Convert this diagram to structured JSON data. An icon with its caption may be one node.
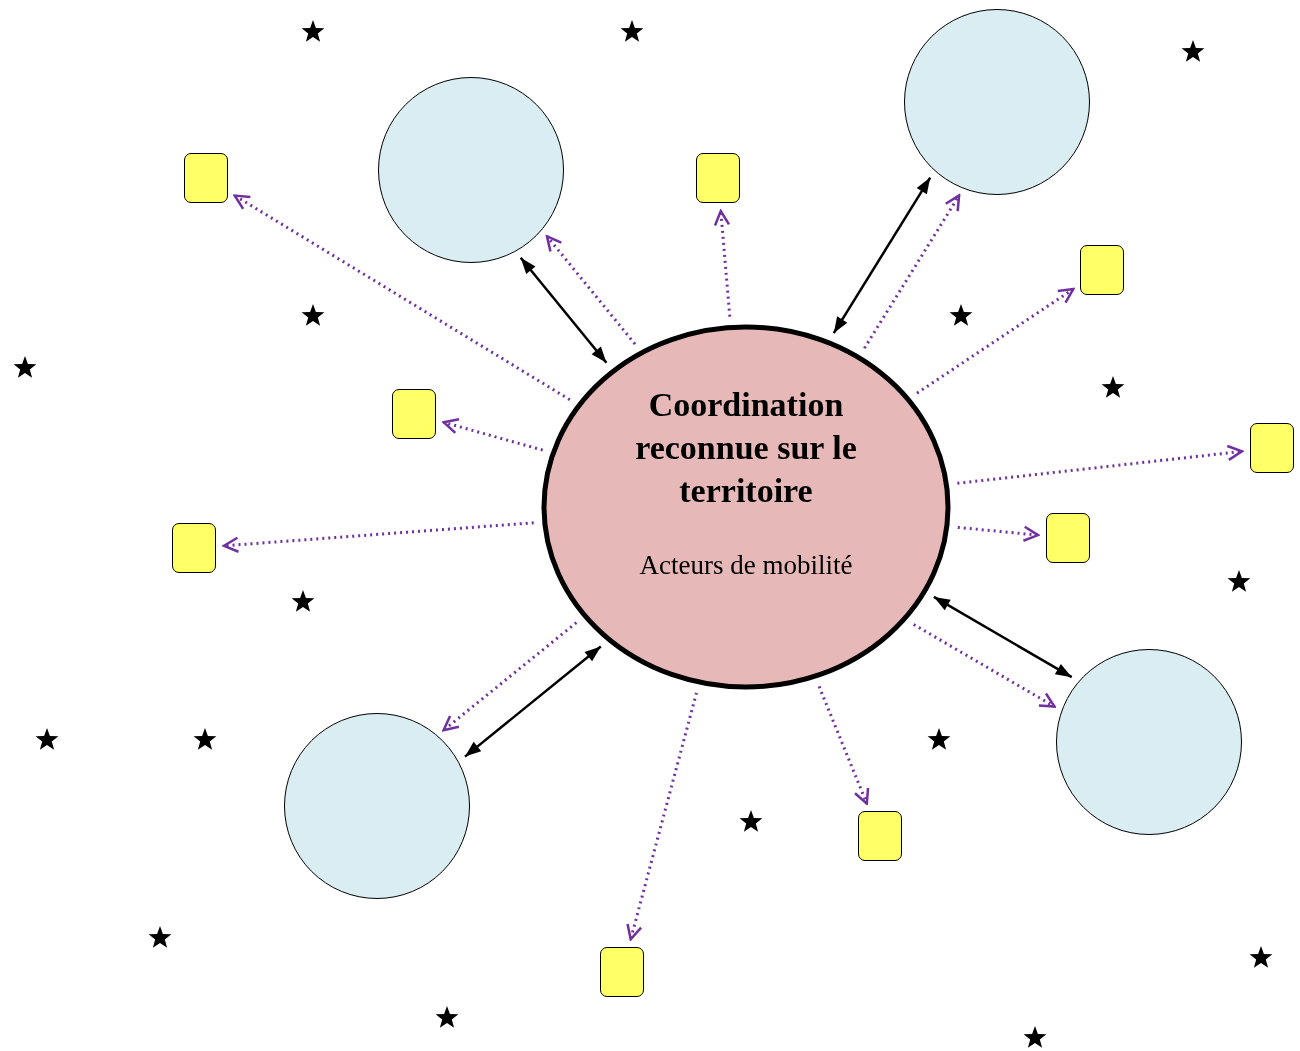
{
  "diagram": {
    "nodes": [
      {
        "text": [
          "Coordination reconnue sur le territoire",
          "Acteurs de mobilité"
        ]
      },
      {
        "text": [],
        "shape": "circle"
      },
      {
        "text": [],
        "shape": "circle"
      },
      {
        "text": [],
        "shape": "circle"
      },
      {
        "text": [],
        "shape": "circle"
      },
      {
        "text": [],
        "shape": "box"
      },
      {
        "text": [],
        "shape": "box"
      },
      {
        "text": [],
        "shape": "box"
      },
      {
        "text": [],
        "shape": "box"
      },
      {
        "text": [],
        "shape": "box"
      },
      {
        "text": [],
        "shape": "box"
      },
      {
        "text": [],
        "shape": "box"
      },
      {
        "text": [],
        "shape": "box"
      },
      {
        "text": [],
        "shape": "box"
      }
    ],
    "edges": [
      {
        "from": 0,
        "to": 1,
        "arrow": "both",
        "color": "#000000"
      },
      {
        "from": 0,
        "to": 1,
        "arrow": "to",
        "style": "dashed"
      },
      {
        "from": 0,
        "to": 2,
        "arrow": "both",
        "color": "#000000"
      },
      {
        "from": 0,
        "to": 2,
        "arrow": "to",
        "style": "dashed"
      },
      {
        "from": 0,
        "to": 3,
        "arrow": "both",
        "color": "#000000"
      },
      {
        "from": 0,
        "to": 3,
        "arrow": "to",
        "style": "dashed"
      },
      {
        "from": 0,
        "to": 4,
        "arrow": "both",
        "color": "#000000"
      },
      {
        "from": 0,
        "to": 4,
        "arrow": "to",
        "style": "dashed"
      },
      {
        "from": 0,
        "to": 5,
        "arrow": "to",
        "style": "dashed"
      },
      {
        "from": 0,
        "to": 6,
        "arrow": "to",
        "style": "dashed"
      },
      {
        "from": 0,
        "to": 7,
        "arrow": "to",
        "style": "dashed"
      },
      {
        "from": 0,
        "to": 8,
        "arrow": "to",
        "style": "dashed"
      },
      {
        "from": 0,
        "to": 9,
        "arrow": "to",
        "style": "dashed"
      },
      {
        "from": 0,
        "to": 10,
        "arrow": "to",
        "style": "dashed"
      },
      {
        "from": 0,
        "to": 11,
        "arrow": "to",
        "style": "dashed"
      },
      {
        "from": 0,
        "to": 12,
        "arrow": "to",
        "style": "dashed"
      },
      {
        "from": 0,
        "to": 13,
        "arrow": "to",
        "style": "dashed"
      }
    ]
  }
}
